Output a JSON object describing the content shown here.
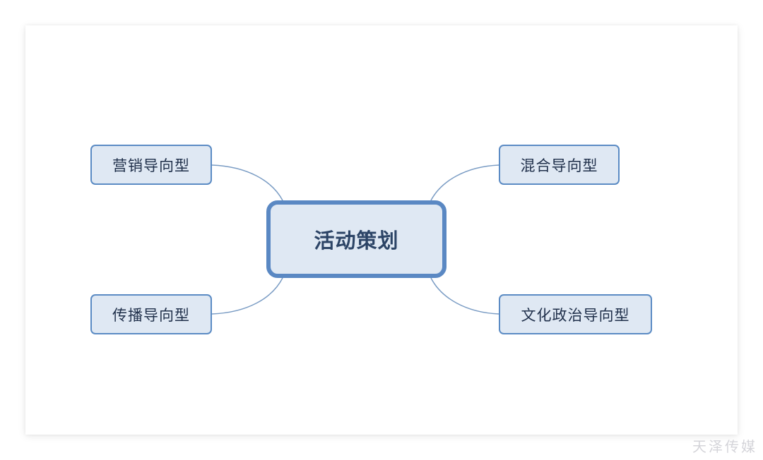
{
  "diagram": {
    "center": {
      "label": "活动策划"
    },
    "branches": [
      {
        "id": "top-left",
        "label": "营销导向型"
      },
      {
        "id": "bottom-left",
        "label": "传播导向型"
      },
      {
        "id": "top-right",
        "label": "混合导向型"
      },
      {
        "id": "bottom-right",
        "label": "文化政治导向型"
      }
    ]
  },
  "watermark": "天泽传媒",
  "colors": {
    "node_fill": "#dfe8f3",
    "node_border": "#5b8bc4",
    "connector": "#7a9cc4",
    "text": "#1f2f4a"
  }
}
